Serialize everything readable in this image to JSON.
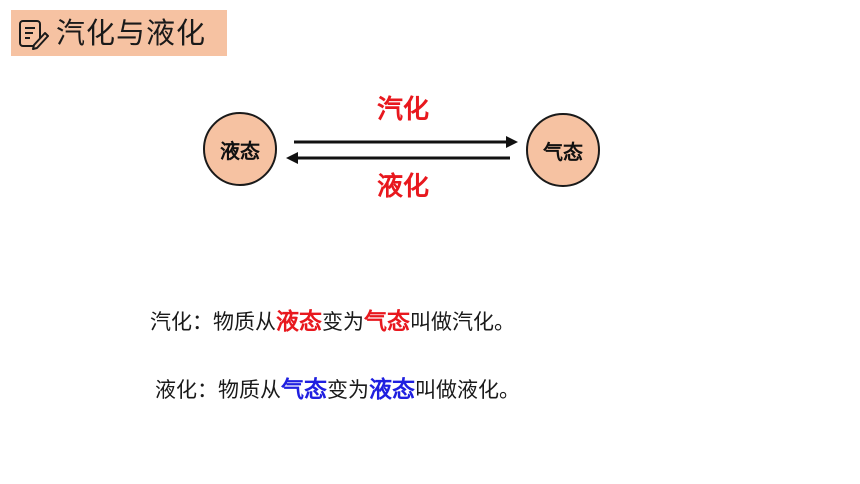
{
  "header": {
    "title": "汽化与液化"
  },
  "diagram": {
    "left_state": "液态",
    "right_state": "气态",
    "forward_process": "汽化",
    "backward_process": "液化"
  },
  "definitions": [
    {
      "term": "汽化",
      "colon": "：",
      "lead": "物质从",
      "from_state": "液态",
      "middle": "变为",
      "to_state": "气态",
      "tail": "叫做汽化。"
    },
    {
      "term": "液化",
      "colon": "：",
      "lead": "物质从",
      "from_state": "气态",
      "middle": "变为",
      "to_state": "液态",
      "tail": "叫做液化。"
    }
  ],
  "colors": {
    "accent_peach": "#f6c2a2",
    "highlight_red": "#e8181e",
    "highlight_blue": "#1f1fe0"
  },
  "icons": {
    "title_icon": "note-edit-icon"
  }
}
